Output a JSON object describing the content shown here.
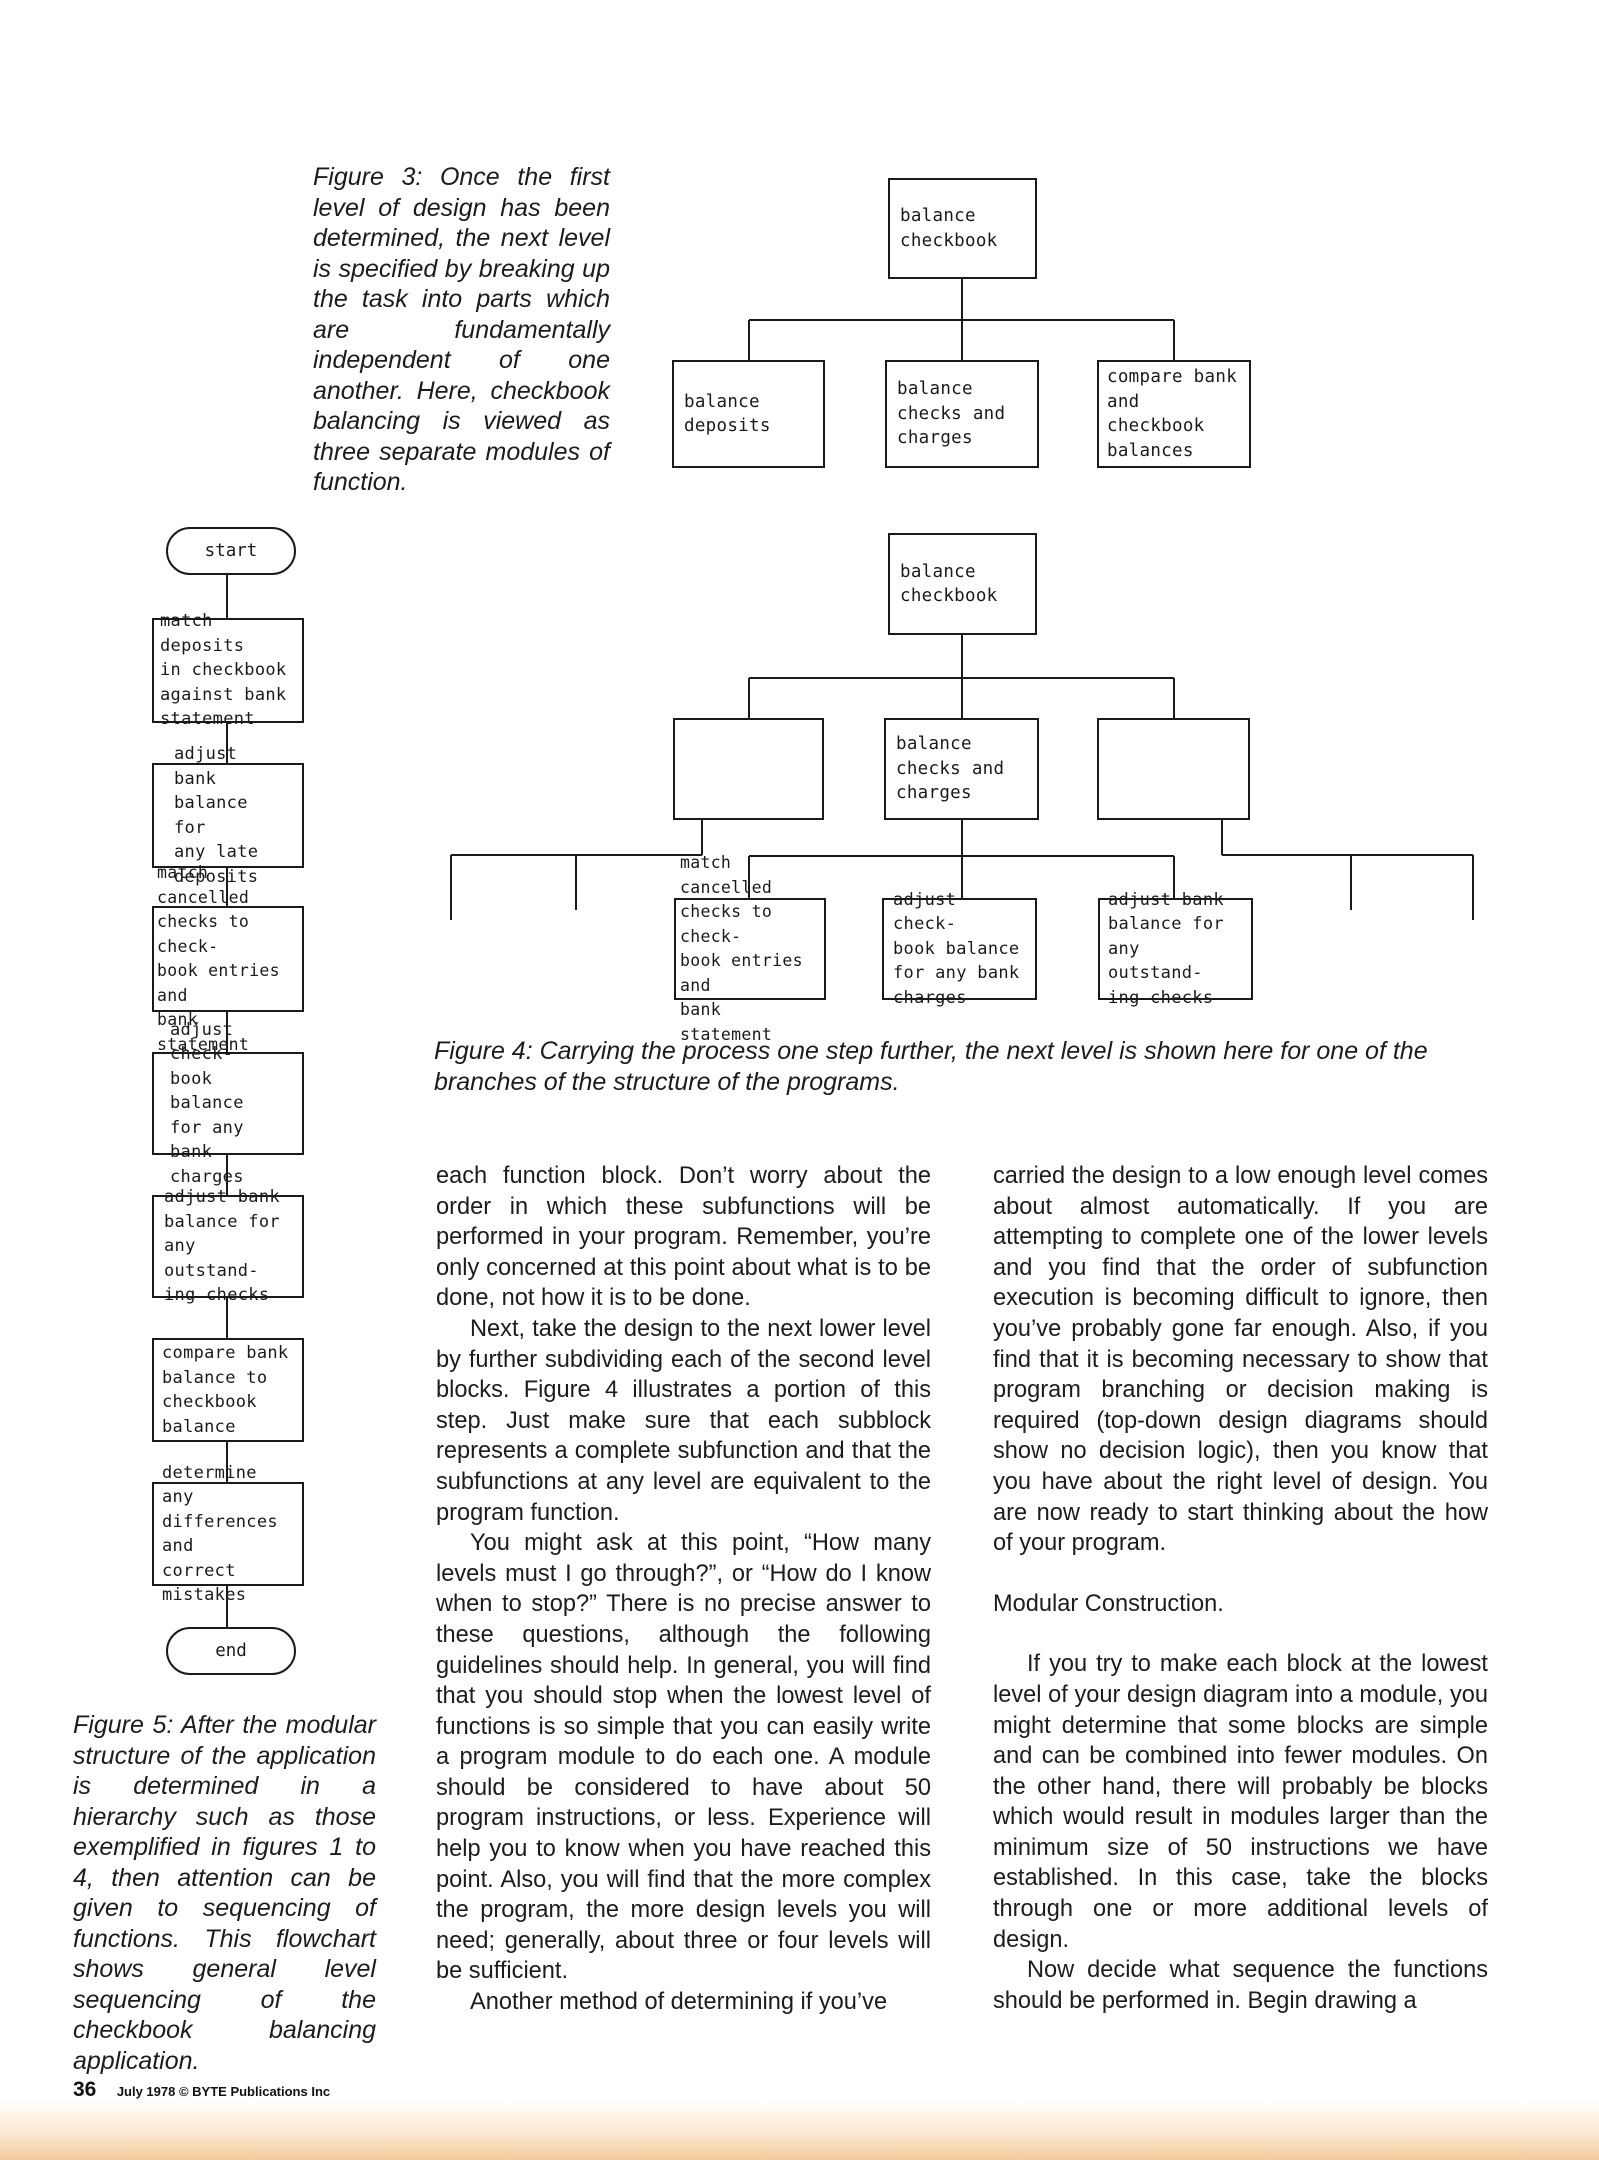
{
  "figure3": {
    "caption": "Figure 3: Once the first level of design has been determined, the next level is specified by breaking up the task into parts which are fundamentally independent of one another. Here, checkbook balancing is viewed as three separate modules of function.",
    "root": "balance\ncheckbook",
    "children": [
      "balance\ndeposits",
      "balance\nchecks and\ncharges",
      "compare bank\nand checkbook\nbalances"
    ]
  },
  "figure4": {
    "caption": "Figure 4: Carrying the process one step further, the next level is shown here for one of the branches of the structure of the programs.",
    "root": "balance\ncheckbook",
    "middle": "balance\nchecks and\ncharges",
    "leaves": [
      "match cancelled\nchecks to check-\nbook entries and\nbank statement",
      "adjust check-\nbook balance\nfor any bank\ncharges",
      "adjust bank\nbalance for\nany outstand-\ning checks"
    ]
  },
  "figure5": {
    "caption": "Figure 5: After the modular structure of the application is determined in a hierarchy such as those exemplified in figures 1 to 4, then attention can be given to sequencing of functions. This flowchart shows general level sequencing of the checkbook balancing application.",
    "start": "start",
    "end": "end",
    "steps": [
      "match deposits\nin checkbook\nagainst bank\nstatement",
      "adjust bank\nbalance for\nany late\ndeposits",
      "match cancelled\nchecks to check-\nbook entries and\nbank statement",
      "adjust check-\nbook balance\nfor any bank\ncharges",
      "adjust bank\nbalance for\nany outstand-\ning checks",
      "compare bank\nbalance to\ncheckbook\nbalance",
      "determine any\ndifferences and\ncorrect\nmistakes"
    ]
  },
  "article": {
    "col1": [
      {
        "text": "each function block. Don’t worry about the order in which these subfunctions will be performed in your program. Remember, you’re only concerned at this point about what is to be done, not how it is to be done.",
        "indent": false
      },
      {
        "text": "Next, take the design to the next lower level by further subdividing each of the second level blocks. Figure 4 illustrates a portion of this step. Just make sure that each subblock represents a complete subfunction and that the subfunctions at any level are equivalent to the program function.",
        "indent": true
      },
      {
        "text": "You might ask at this point, “How many levels must I go through?”, or “How do I know when to stop?” There is no precise answer to these questions, although the following guidelines should help. In general, you will find that you should stop when the lowest level of functions is so simple that you can easily write a program module to do each one. A module should be considered to have about 50 program instructions, or less. Experience will help you to know when you have reached this point. Also, you will find that the more complex the program, the more design levels you will need; generally, about three or four levels will be sufficient.",
        "indent": true
      },
      {
        "text": "Another method of determining if you’ve",
        "indent": true
      }
    ],
    "col2_p1": "carried the design to a low enough level comes about almost automatically. If you are attempting to complete one of the lower levels and you find that the order of subfunction execution is becoming difficult to ignore, then you’ve probably gone far enough. Also, if you find that it is becoming necessary to show that program branching or decision making is required (top-down design diagrams should show no decision logic), then you know that you have about the right level of design. You are now ready to start thinking about the how of your program.",
    "heading": "Modular Construction.",
    "col2_p2": "If you try to make each block at the lowest level of your design diagram into a module, you might determine that some blocks are simple and can be combined into fewer modules. On the other hand, there will probably be blocks which would result in modules larger than the minimum size of 50 instructions we have established. In this case, take the blocks through one or more additional levels of design.",
    "col2_p3": "Now decide what sequence the functions should be performed in. Begin drawing a"
  },
  "footer": {
    "page_number": "36",
    "credit": "July 1978 © BYTE Publications Inc"
  }
}
